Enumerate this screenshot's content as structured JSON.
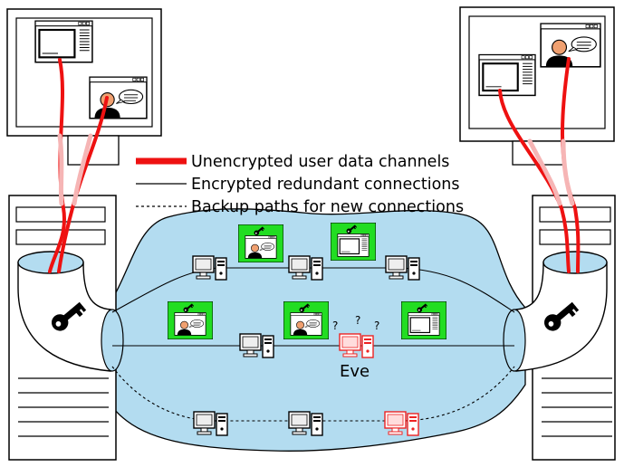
{
  "legend": {
    "unencrypted": "Unencrypted user data channels",
    "encrypted": "Encrypted redundant connections",
    "backup": "Backup paths for new connections"
  },
  "labels": {
    "eve": "Eve",
    "question_mark": "?"
  },
  "colors": {
    "network": "#b3dcf0",
    "user_data": "#ee1111",
    "user_data_faded": "#f4a6a6",
    "relay_screen": "#22dd22",
    "eve": "#ee2222",
    "outline": "#000000"
  },
  "icons": {
    "key": "key-icon",
    "speech": "speech-bubble-icon",
    "person": "person-icon"
  }
}
